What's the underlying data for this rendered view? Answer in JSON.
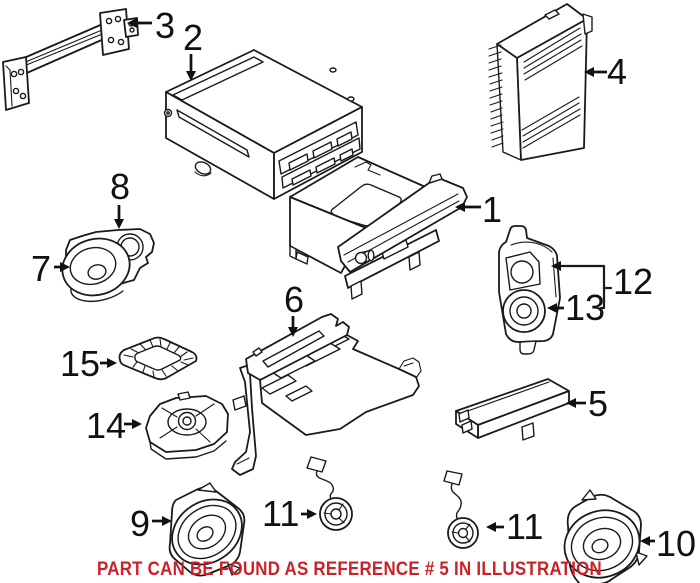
{
  "figure": {
    "background": "#ffffff",
    "line_color": "#1a1a1a"
  },
  "caption": {
    "text": "PART CAN BE FOUND AS REFERENCE # 5 IN ILLUSTRATION",
    "color": "#cc2127"
  },
  "labels": {
    "p1": {
      "text": "1"
    },
    "p2": {
      "text": "2"
    },
    "p3": {
      "text": "3"
    },
    "p4": {
      "text": "4"
    },
    "p5": {
      "text": "5"
    },
    "p6": {
      "text": "6"
    },
    "p7": {
      "text": "7"
    },
    "p8": {
      "text": "8"
    },
    "p9": {
      "text": "9"
    },
    "p10": {
      "text": "10"
    },
    "p11a": {
      "text": "11"
    },
    "p11b": {
      "text": "11"
    },
    "p12": {
      "text": "12"
    },
    "p13": {
      "text": "13"
    },
    "p14": {
      "text": "14"
    },
    "p15": {
      "text": "15"
    }
  }
}
